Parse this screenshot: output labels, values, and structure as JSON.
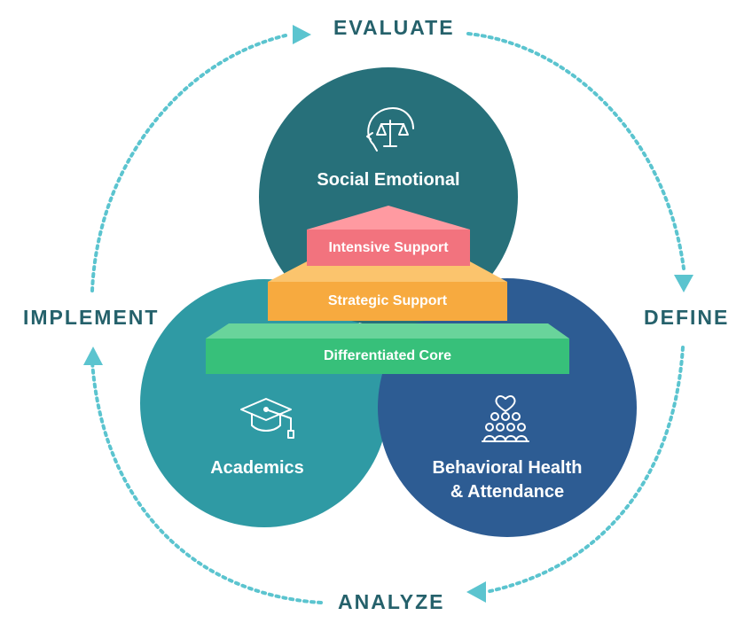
{
  "cycle": {
    "evaluate": "EVALUATE",
    "define": "DEFINE",
    "analyze": "ANALYZE",
    "implement": "IMPLEMENT"
  },
  "domains": {
    "social_emotional": "Social Emotional",
    "academics": "Academics",
    "behavioral_line1": "Behavioral Health",
    "behavioral_line2": "& Attendance"
  },
  "tiers": {
    "intensive": "Intensive Support",
    "strategic": "Strategic Support",
    "core": "Differentiated Core"
  },
  "icons": {
    "social_emotional": "head-with-scales-icon",
    "academics": "graduation-cap-icon",
    "behavioral": "group-with-heart-icon"
  },
  "colors": {
    "cycle_arrow": "#5bc4cf",
    "cycle_text": "#25616b",
    "social_emotional": "#27707a",
    "academics": "#2f9aa4",
    "behavioral": "#2d5c93",
    "intensive": "#f2737e",
    "intensive_roof": "#ff9aa1",
    "strategic": "#f7aa3f",
    "strategic_roof": "#fbc46d",
    "core": "#37c07a",
    "core_roof": "#69d49b"
  }
}
